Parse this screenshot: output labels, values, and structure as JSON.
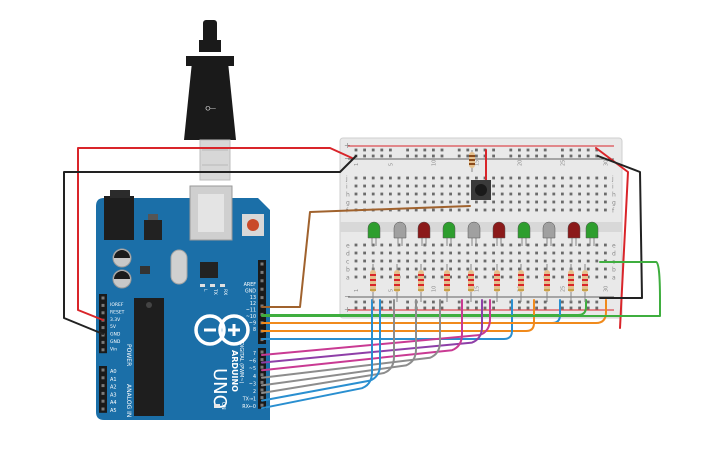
{
  "board": {
    "brand": "ARDUINO",
    "model": "UNO",
    "on_label": "ON",
    "power_header_title": "POWER",
    "analog_header_title": "ANALOG IN",
    "digital_header_title": "DIGITAL (PWM~)",
    "power_pins": [
      "IOREF",
      "RESET",
      "3.3V",
      "5V",
      "GND",
      "GND",
      "Vin"
    ],
    "analog_pins": [
      "A0",
      "A1",
      "A2",
      "A3",
      "A4",
      "A5"
    ],
    "top_pins": [
      "AREF",
      "GND",
      "13",
      "12",
      "~11",
      "~10",
      "~9",
      "8"
    ],
    "bottom_pins": [
      "7",
      "~6",
      "~5",
      "4",
      "~3",
      "2",
      "TX→1",
      "RX←0"
    ],
    "led_labels": [
      "L",
      "TX",
      "RX"
    ],
    "colors": {
      "pcb": "#1b6fa8",
      "pcb_dark": "#0f4f7d"
    }
  },
  "breadboard": {
    "row_letters_top": [
      "j",
      "i",
      "h",
      "g",
      "f"
    ],
    "row_letters_bottom": [
      "e",
      "d",
      "c",
      "b",
      "a"
    ],
    "column_numbers": [
      "1",
      "5",
      "10",
      "15",
      "20",
      "25",
      "30"
    ],
    "rail_plus": "+",
    "rail_minus": "−"
  },
  "components": {
    "leds": [
      {
        "color": "#2e9e2e"
      },
      {
        "color": "#a0a0a0"
      },
      {
        "color": "#8b1a1a"
      },
      {
        "color": "#2e9e2e"
      },
      {
        "color": "#a0a0a0"
      },
      {
        "color": "#8b1a1a"
      },
      {
        "color": "#2e9e2e"
      },
      {
        "color": "#a0a0a0"
      },
      {
        "color": "#8b1a1a"
      },
      {
        "color": "#2e9e2e"
      }
    ],
    "resistor_count": 10
  },
  "wire_colors": {
    "red": "#d9252a",
    "black": "#222222",
    "brown": "#a0622d",
    "green": "#3fae3f",
    "blue": "#2a8fd0",
    "orange": "#f08a1c",
    "purple": "#8e3fa8",
    "magenta": "#c93a93",
    "gray": "#8d8d8d"
  }
}
